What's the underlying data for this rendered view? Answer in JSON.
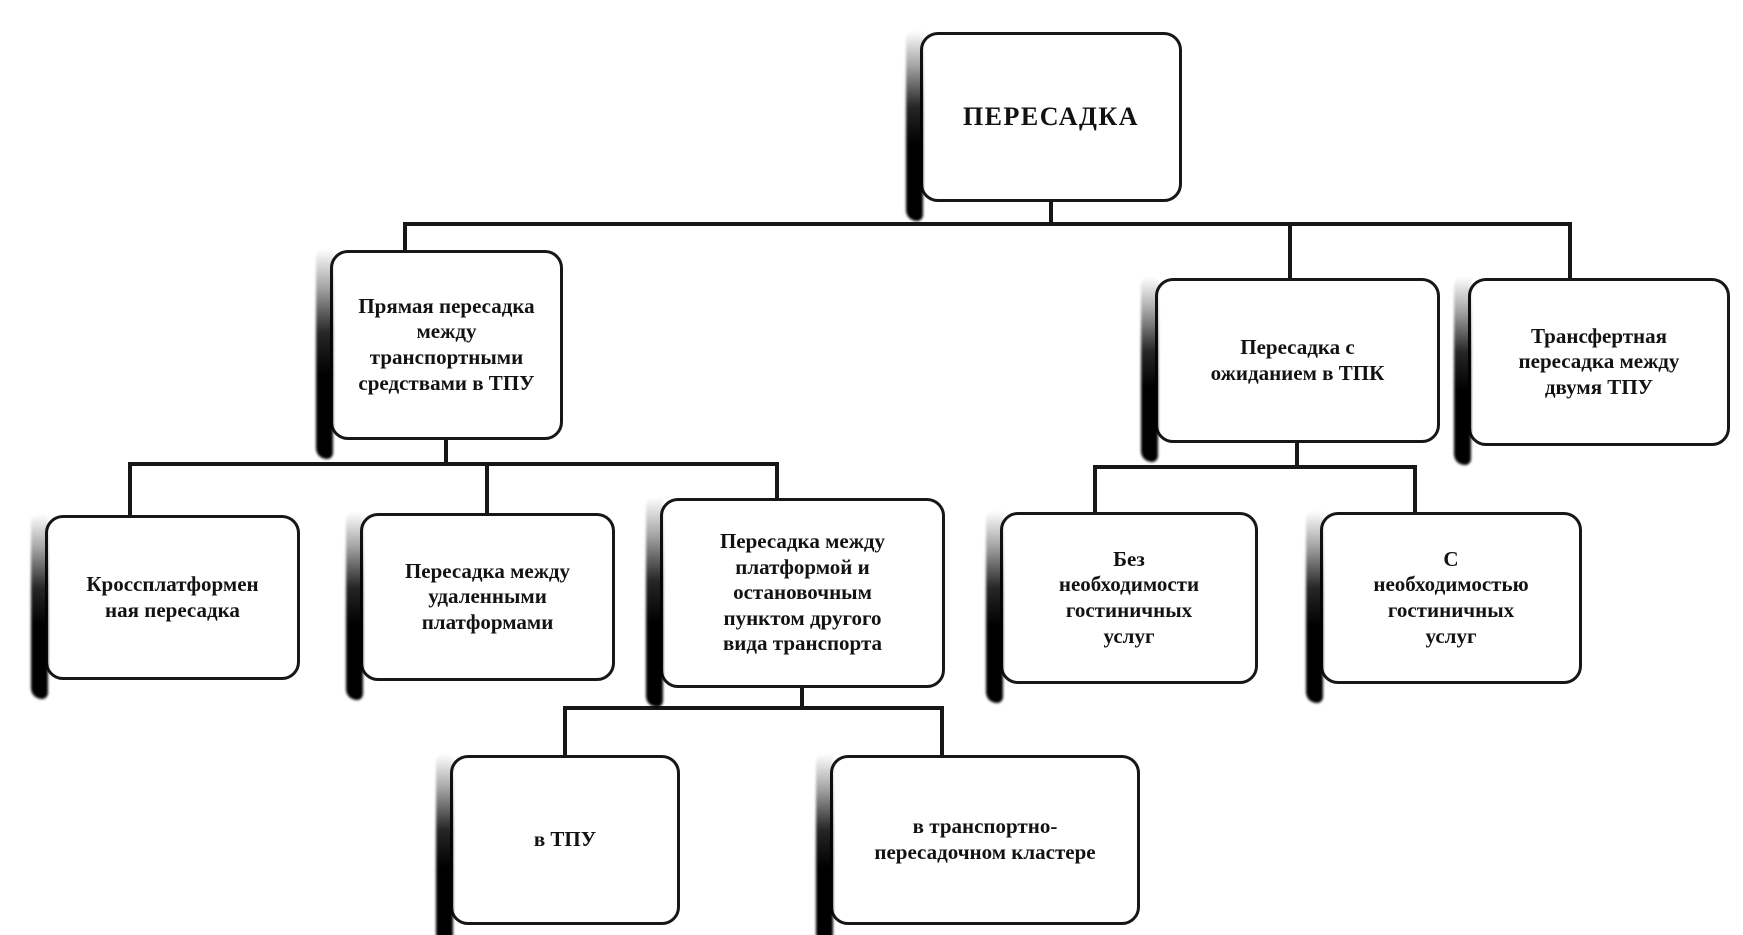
{
  "diagram": {
    "type": "tree",
    "title": "ПЕРЕСАДКА",
    "ink_color": "#171717",
    "paper_color": "#ffffff",
    "nodes": [
      {
        "id": "root",
        "label": "ПЕРЕСАДКА"
      },
      {
        "id": "direct-transfer",
        "label": "Прямая пересадка\nмежду\nтранспортными\nсредствами в ТПУ"
      },
      {
        "id": "waiting-in-tpk",
        "label": "Пересадка с\nожиданием в ТПК"
      },
      {
        "id": "transfer-two-tpu",
        "label": "Трансфертная\nпересадка между\nдвумя ТПУ"
      },
      {
        "id": "cross-platform",
        "label": "Кроссплатформен\nная пересадка"
      },
      {
        "id": "remote-platforms",
        "label": "Пересадка между\nудаленными\nплатформами"
      },
      {
        "id": "platform-stop-point",
        "label": "Пересадка между\nплатформой и\nостановочным\nпунктом другого\nвида транспорта"
      },
      {
        "id": "no-hotel-services",
        "label": "Без\nнеобходимости\nгостиничных\nуслуг"
      },
      {
        "id": "with-hotel-services",
        "label": "С\nнеобходимостью\nгостиничных\nуслуг"
      },
      {
        "id": "in-tpu",
        "label": "в ТПУ"
      },
      {
        "id": "in-transport-cluster",
        "label": "в транспортно-\nпересадочном кластере"
      }
    ],
    "edges": [
      [
        "root",
        "direct-transfer"
      ],
      [
        "root",
        "waiting-in-tpk"
      ],
      [
        "root",
        "transfer-two-tpu"
      ],
      [
        "direct-transfer",
        "cross-platform"
      ],
      [
        "direct-transfer",
        "remote-platforms"
      ],
      [
        "direct-transfer",
        "platform-stop-point"
      ],
      [
        "waiting-in-tpk",
        "no-hotel-services"
      ],
      [
        "waiting-in-tpk",
        "with-hotel-services"
      ],
      [
        "platform-stop-point",
        "in-tpu"
      ],
      [
        "platform-stop-point",
        "in-transport-cluster"
      ]
    ]
  }
}
